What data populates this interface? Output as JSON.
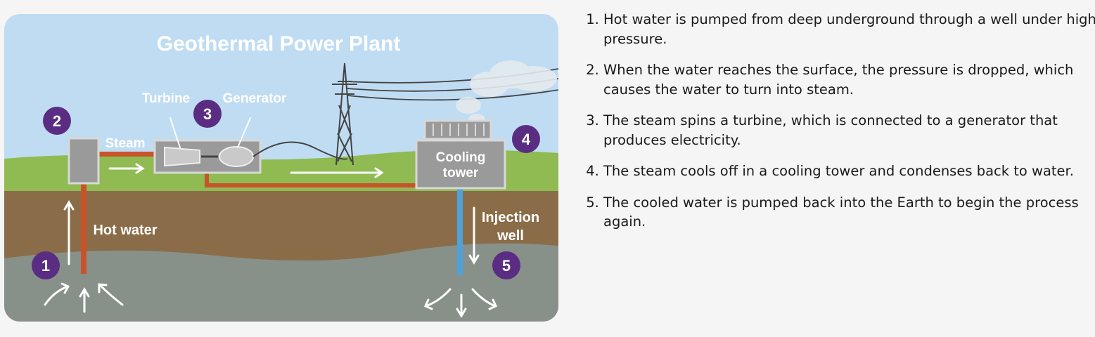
{
  "diagram": {
    "title": "Geothermal Power Plant",
    "labels": {
      "turbine": "Turbine",
      "generator": "Generator",
      "steam": "Steam",
      "hot_water": "Hot water",
      "cooling_tower_line1": "Cooling",
      "cooling_tower_line2": "tower",
      "injection_well_line1": "Injection",
      "injection_well_line2": "well"
    },
    "markers": [
      "1",
      "2",
      "3",
      "4",
      "5"
    ],
    "colors": {
      "sky": "#bfdcf2",
      "grass": "#8fbb52",
      "soil": "#8a6d48",
      "rock": "#88908a",
      "marker": "#5a2d82",
      "hot_pipe": "#c8532b",
      "cold_pipe": "#4fa2d9",
      "equipment": "#9a9a9a"
    }
  },
  "steps": [
    "Hot water is pumped from deep underground through a well under high pressure.",
    "When the water reaches the surface, the pressure is dropped, which causes the water to turn into steam.",
    "The steam spins a turbine, which is connected to a generator that produces electricity.",
    "The steam cools off in a cooling tower and condenses back to water.",
    "The cooled water is pumped back into the Earth to begin the process again."
  ]
}
